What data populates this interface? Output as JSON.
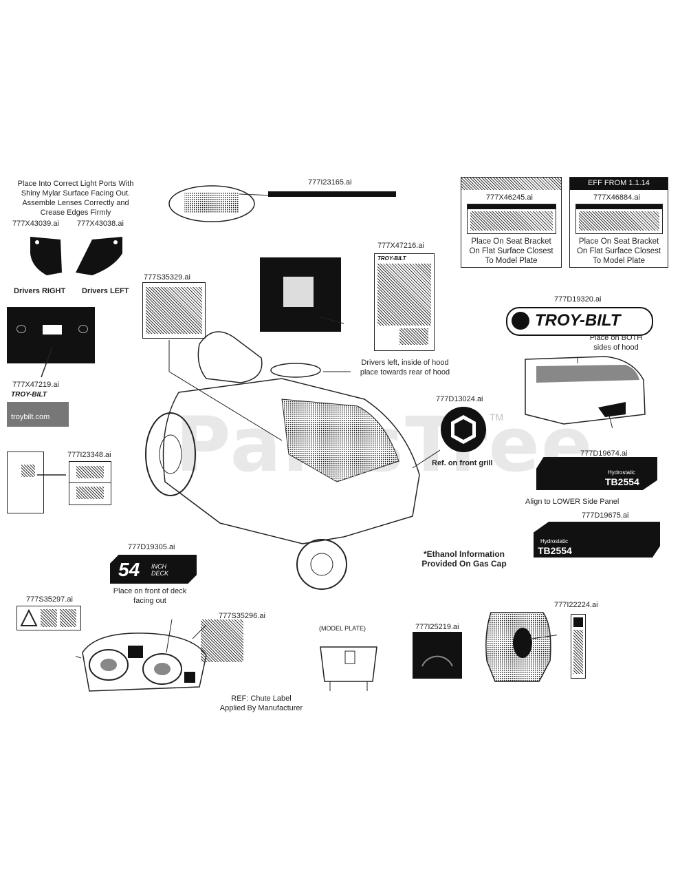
{
  "labels": {
    "l_23165": "777I23165.ai",
    "l_43039": "777X43039.ai",
    "l_43038": "777X43038.ai",
    "l_35329": "777S35329.ai",
    "l_47216": "777X47216.ai",
    "l_46245": "777X46245.ai",
    "l_46884": "777X46884.ai",
    "l_47219": "777X47219.ai",
    "l_19320": "777D19320.ai",
    "l_13024": "777D13024.ai",
    "l_23348": "777I23348.ai",
    "l_19674": "777D19674.ai",
    "l_19675": "777D19675.ai",
    "l_19305": "777D19305.ai",
    "l_35297": "777S35297.ai",
    "l_35296": "777S35296.ai",
    "l_25219": "777I25219.ai",
    "l_22224": "777I22224.ai"
  },
  "notes": {
    "light_ports": [
      "Place Into Correct Light Ports With",
      "Shiny Mylar Surface Facing Out.",
      "Assemble Lenses Correctly and",
      "Crease Edges Firmly"
    ],
    "drivers_right": "Drivers RIGHT",
    "drivers_left": "Drivers LEFT",
    "seat_bracket_1": [
      "Place On Seat Bracket",
      "On Flat Surface Closest",
      "To Model Plate"
    ],
    "seat_bracket_2": [
      "Place On Seat Bracket",
      "On Flat Surface Closest",
      "To Model Plate"
    ],
    "eff_from": "EFF FROM 1.1.14",
    "hood_inside": [
      "Drivers left, inside of hood",
      "place towards rear of hood"
    ],
    "both_sides": [
      "Place on BOTH",
      "sides of hood"
    ],
    "front_grill": "Ref. on front grill",
    "lower_panel": "Align to LOWER Side Panel",
    "ethanol": [
      "*Ethanol Information",
      "Provided On Gas Cap"
    ],
    "deck_front": [
      "Place on front of deck",
      "facing out"
    ],
    "chute": [
      "REF: Chute Label",
      "Applied By Manufacturer"
    ],
    "model_plate": "(MODEL PLATE)",
    "deck_size": "54",
    "deck_word": "INCH DECK",
    "brand": "TROY-BILT",
    "model_a": "TB2554",
    "model_b": "TB2554",
    "hydro_a": "Hydrostatic",
    "hydro_b": "Hydrostatic",
    "website": "troybilt.com",
    "watermark": "PartsTree",
    "trademark": "TM"
  }
}
